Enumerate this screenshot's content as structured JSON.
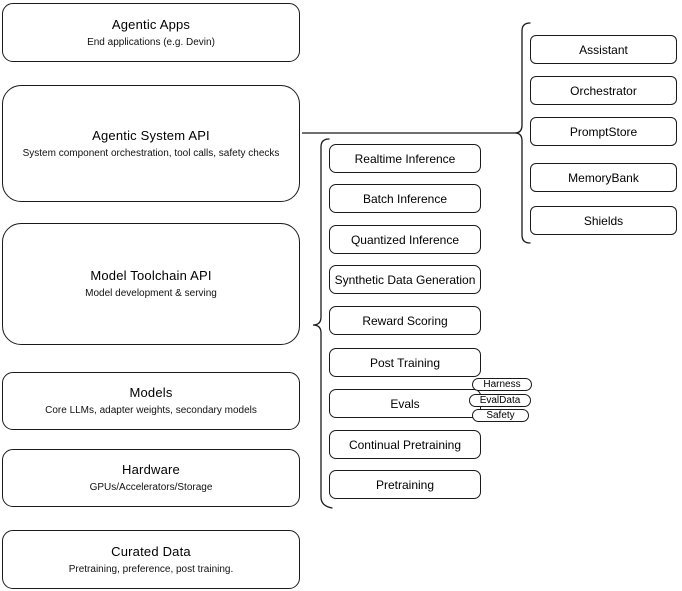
{
  "diagram": {
    "left_stack": [
      {
        "title": "Agentic Apps",
        "subtitle": "End applications (e.g. Devin)"
      },
      {
        "title": "Agentic System API",
        "subtitle": "System component orchestration, tool calls, safety checks"
      },
      {
        "title": "Model Toolchain API",
        "subtitle": "Model development & serving"
      },
      {
        "title": "Models",
        "subtitle": "Core LLMs, adapter weights, secondary models"
      },
      {
        "title": "Hardware",
        "subtitle": "GPUs/Accelerators/Storage"
      },
      {
        "title": "Curated Data",
        "subtitle": "Pretraining, preference, post training."
      }
    ],
    "toolchain_services": [
      "Realtime Inference",
      "Batch Inference",
      "Quantized Inference",
      "Synthetic Data Generation",
      "Reward Scoring",
      "Post Training",
      "Evals",
      "Continual Pretraining",
      "Pretraining"
    ],
    "eval_tags": [
      "Harness",
      "EvalData",
      "Safety"
    ],
    "system_components": [
      "Assistant",
      "Orchestrator",
      "PromptStore",
      "MemoryBank",
      "Shields"
    ],
    "colors": {
      "stroke": "#1a1a1a",
      "background": "#ffffff",
      "text": "#000000"
    }
  }
}
